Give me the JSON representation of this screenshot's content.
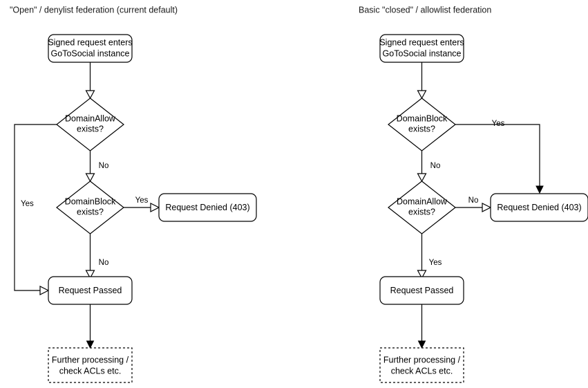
{
  "diagram": {
    "title_left": "\"Open\" / denylist federation (current default)",
    "title_right": "Basic \"closed\" / allowlist federation",
    "colors": {
      "stroke": "#000000",
      "fill": "#ffffff",
      "text": "#000000",
      "background": "#ffffff"
    },
    "columns": [
      {
        "id": "open-denylist",
        "title": "\"Open\" / denylist federation (current default)",
        "nodes": [
          {
            "id": "entry",
            "type": "rounded-rect",
            "line1": "Signed request enters",
            "line2": "GoToSocial instance"
          },
          {
            "id": "domain-allow",
            "type": "diamond",
            "line1": "DomainAllow",
            "line2": "exists?"
          },
          {
            "id": "domain-block",
            "type": "diamond",
            "line1": "DomainBlock",
            "line2": "exists?"
          },
          {
            "id": "denied",
            "type": "rounded-rect",
            "line1": "Request Denied (403)",
            "line2": ""
          },
          {
            "id": "passed",
            "type": "rounded-rect",
            "line1": "Request Passed",
            "line2": ""
          },
          {
            "id": "further",
            "type": "dashed-rect",
            "line1": "Further processing /",
            "line2": "check ACLs etc."
          }
        ],
        "edges": [
          {
            "id": "entry-to-allow",
            "label": ""
          },
          {
            "id": "allow-yes-to-passed",
            "label": "Yes"
          },
          {
            "id": "allow-no-to-block",
            "label": "No"
          },
          {
            "id": "block-yes-to-denied",
            "label": "Yes"
          },
          {
            "id": "block-no-to-passed",
            "label": "No"
          },
          {
            "id": "passed-to-further",
            "label": ""
          }
        ]
      },
      {
        "id": "closed-allowlist",
        "title": "Basic \"closed\" / allowlist federation",
        "nodes": [
          {
            "id": "entry",
            "type": "rounded-rect",
            "line1": "Signed request enters",
            "line2": "GoToSocial instance"
          },
          {
            "id": "domain-block",
            "type": "diamond",
            "line1": "DomainBlock",
            "line2": "exists?"
          },
          {
            "id": "domain-allow",
            "type": "diamond",
            "line1": "DomainAllow",
            "line2": "exists?"
          },
          {
            "id": "denied",
            "type": "rounded-rect",
            "line1": "Request Denied (403)",
            "line2": ""
          },
          {
            "id": "passed",
            "type": "rounded-rect",
            "line1": "Request Passed",
            "line2": ""
          },
          {
            "id": "further",
            "type": "dashed-rect",
            "line1": "Further processing /",
            "line2": "check ACLs etc."
          }
        ],
        "edges": [
          {
            "id": "entry-to-block",
            "label": ""
          },
          {
            "id": "block-yes-to-denied",
            "label": "Yes"
          },
          {
            "id": "block-no-to-allow",
            "label": "No"
          },
          {
            "id": "allow-no-to-denied",
            "label": "No"
          },
          {
            "id": "allow-yes-to-passed",
            "label": "Yes"
          },
          {
            "id": "passed-to-further",
            "label": ""
          }
        ]
      }
    ]
  }
}
